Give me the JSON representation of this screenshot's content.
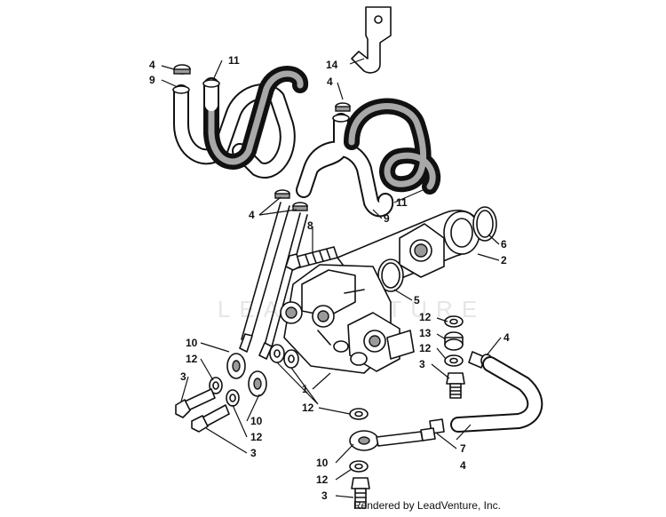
{
  "watermark": "LEADVENTURE",
  "credit": "Rendered by LeadVenture, Inc.",
  "callouts": {
    "c1": "1",
    "c2": "2",
    "c3a": "3",
    "c3b": "3",
    "c3c": "3",
    "c3d": "3",
    "c4a": "4",
    "c4b": "4",
    "c4c": "4",
    "c4d": "4",
    "c4e": "4",
    "c5": "5",
    "c6": "6",
    "c7": "7",
    "c8": "8",
    "c9a": "9",
    "c9b": "9",
    "c10a": "10",
    "c10b": "10",
    "c10c": "10",
    "c11a": "11",
    "c11b": "11",
    "c12a": "12",
    "c12b": "12",
    "c12c": "12",
    "c12d": "12",
    "c12e": "12",
    "c12f": "12",
    "c13": "13",
    "c14": "14"
  }
}
